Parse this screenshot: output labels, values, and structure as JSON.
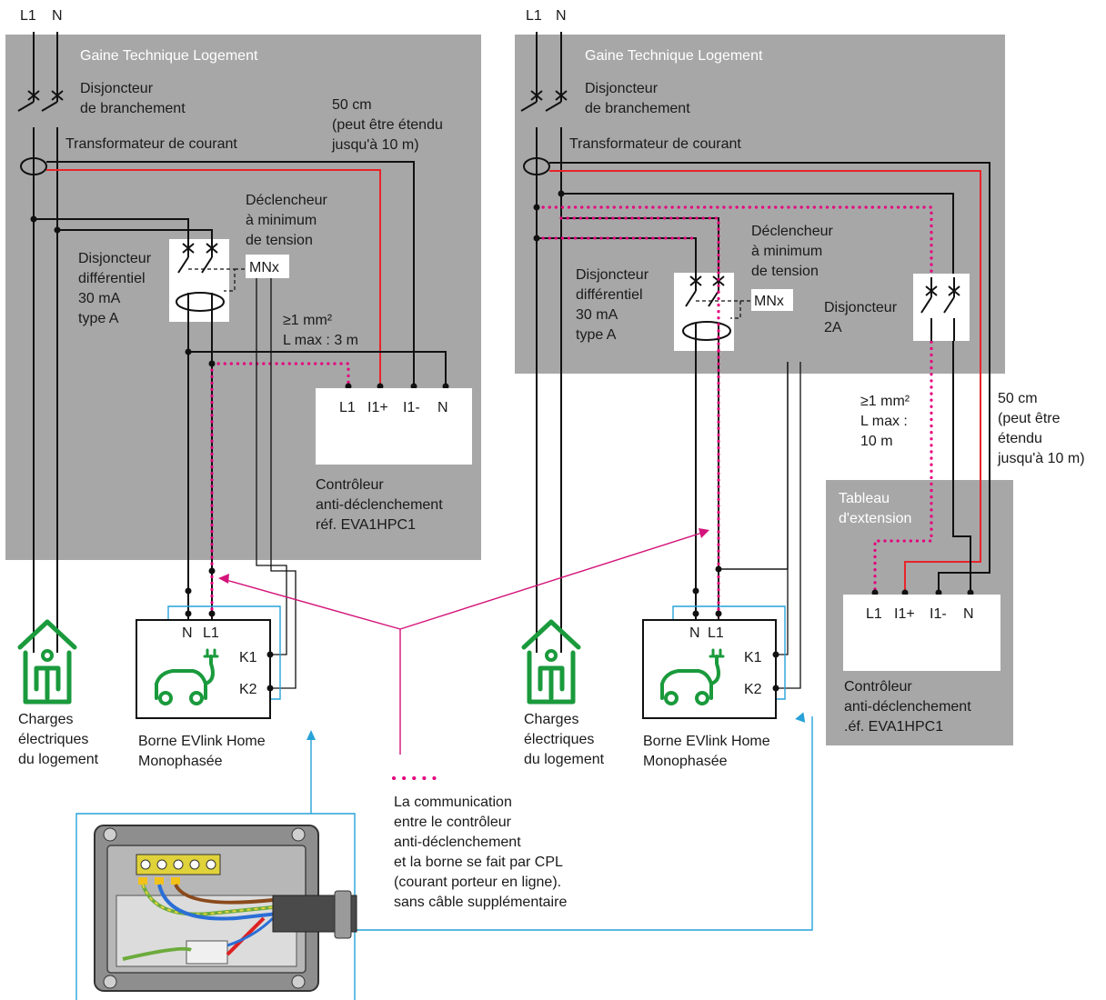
{
  "left": {
    "top_labels": {
      "l1": "L1",
      "n": "N"
    },
    "area_title": "Gaine Technique Logement",
    "breaker_main": [
      "Disjoncteur",
      "de branchement"
    ],
    "ct_label": "Transformateur de courant",
    "cable_note": [
      "50 cm",
      "(peut être étendu",
      "jusqu'à 10 m)"
    ],
    "undervoltage": [
      "Déclencheur",
      "à minimum",
      "de tension"
    ],
    "mnx": "MNx",
    "rcd": [
      "Disjoncteur",
      "différentiel",
      "30 mA",
      "type A"
    ],
    "wire_note": [
      "≥1 mm²",
      "L max : 3 m"
    ],
    "controller_terminals": [
      "L1",
      "I1+",
      "I1-",
      "N"
    ],
    "controller_label": [
      "Contrôleur",
      "anti-déclenchement",
      "réf. EVA1HPC1"
    ],
    "house_label": [
      "Charges",
      "électriques",
      "du logement"
    ],
    "evse_terminals": {
      "n": "N",
      "l1": "L1",
      "k1": "K1",
      "k2": "K2"
    },
    "evse_label": [
      "Borne EVlink Home",
      "Monophasée"
    ]
  },
  "right": {
    "top_labels": {
      "l1": "L1",
      "n": "N"
    },
    "area_title": "Gaine Technique Logement",
    "breaker_main": [
      "Disjoncteur",
      "de branchement"
    ],
    "ct_label": "Transformateur de courant",
    "undervoltage": [
      "Déclencheur",
      "à minimum",
      "de tension"
    ],
    "mnx": "MNx",
    "rcd": [
      "Disjoncteur",
      "différentiel",
      "30 mA",
      "type A"
    ],
    "breaker_2a": [
      "Disjoncteur",
      "2A"
    ],
    "wire_note": [
      "≥1 mm²",
      "L max :",
      "10 m"
    ],
    "cable_note": [
      "50 cm",
      "(peut être",
      "étendu",
      "jusqu'à 10 m)"
    ],
    "extension_panel": [
      "Tableau",
      "d'extension"
    ],
    "controller_terminals": [
      "L1",
      "I1+",
      "I1-",
      "N"
    ],
    "controller_label": [
      "Contrôleur",
      "anti-déclenchement",
      ".éf. EVA1HPC1"
    ],
    "house_label": [
      "Charges",
      "électriques",
      "du logement"
    ],
    "evse_terminals": {
      "n": "N",
      "l1": "L1",
      "k1": "K1",
      "k2": "K2"
    },
    "evse_label": [
      "Borne EVlink Home",
      "Monophasée"
    ]
  },
  "legend": {
    "note": [
      "La communication",
      "entre le contrôleur",
      "anti-déclenchement",
      "et la borne se fait par CPL",
      "(courant porteur en ligne).",
      "sans câble supplémentaire"
    ]
  },
  "colors": {
    "cpl_dots": "#e5007d",
    "live_wire": "#e8242a",
    "callout": "#27a2d8",
    "area": "#a7a7a7",
    "house_icon": "#1a9a3c"
  },
  "icons": [
    "house-person-icon",
    "ev-charger-icon",
    "breaker-symbol",
    "current-transformer-symbol"
  ]
}
